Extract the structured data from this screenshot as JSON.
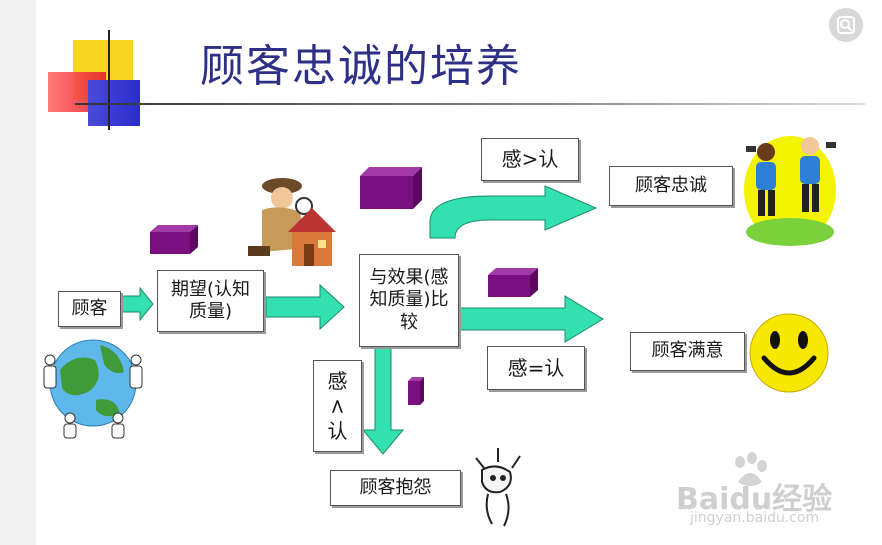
{
  "title": "顾客忠诚的培养",
  "nodes": {
    "customer": "顾客",
    "expectation": "期望(认知质量)",
    "compare": "与效果(感知质量)比较",
    "loyalty": "顾客忠诚",
    "satisfaction": "顾客满意",
    "complaint": "顾客抱怨"
  },
  "conditions": {
    "greater": "感>认",
    "equal": "感=认",
    "less_top": "感",
    "less_sym": "<",
    "less_bottom": "认"
  },
  "watermark": {
    "logo": "Baidu经验",
    "url": "jingyan.baidu.com"
  },
  "colors": {
    "title": "#2e2f86",
    "arrow_fill": "#33e0b0",
    "arrow_stroke": "#1a8a6a",
    "cube": "#7a1080",
    "deco_yellow": "#f7d520",
    "deco_red": "#ee3333",
    "deco_blue": "#2b2ccc",
    "smiley": "#f8e800"
  }
}
